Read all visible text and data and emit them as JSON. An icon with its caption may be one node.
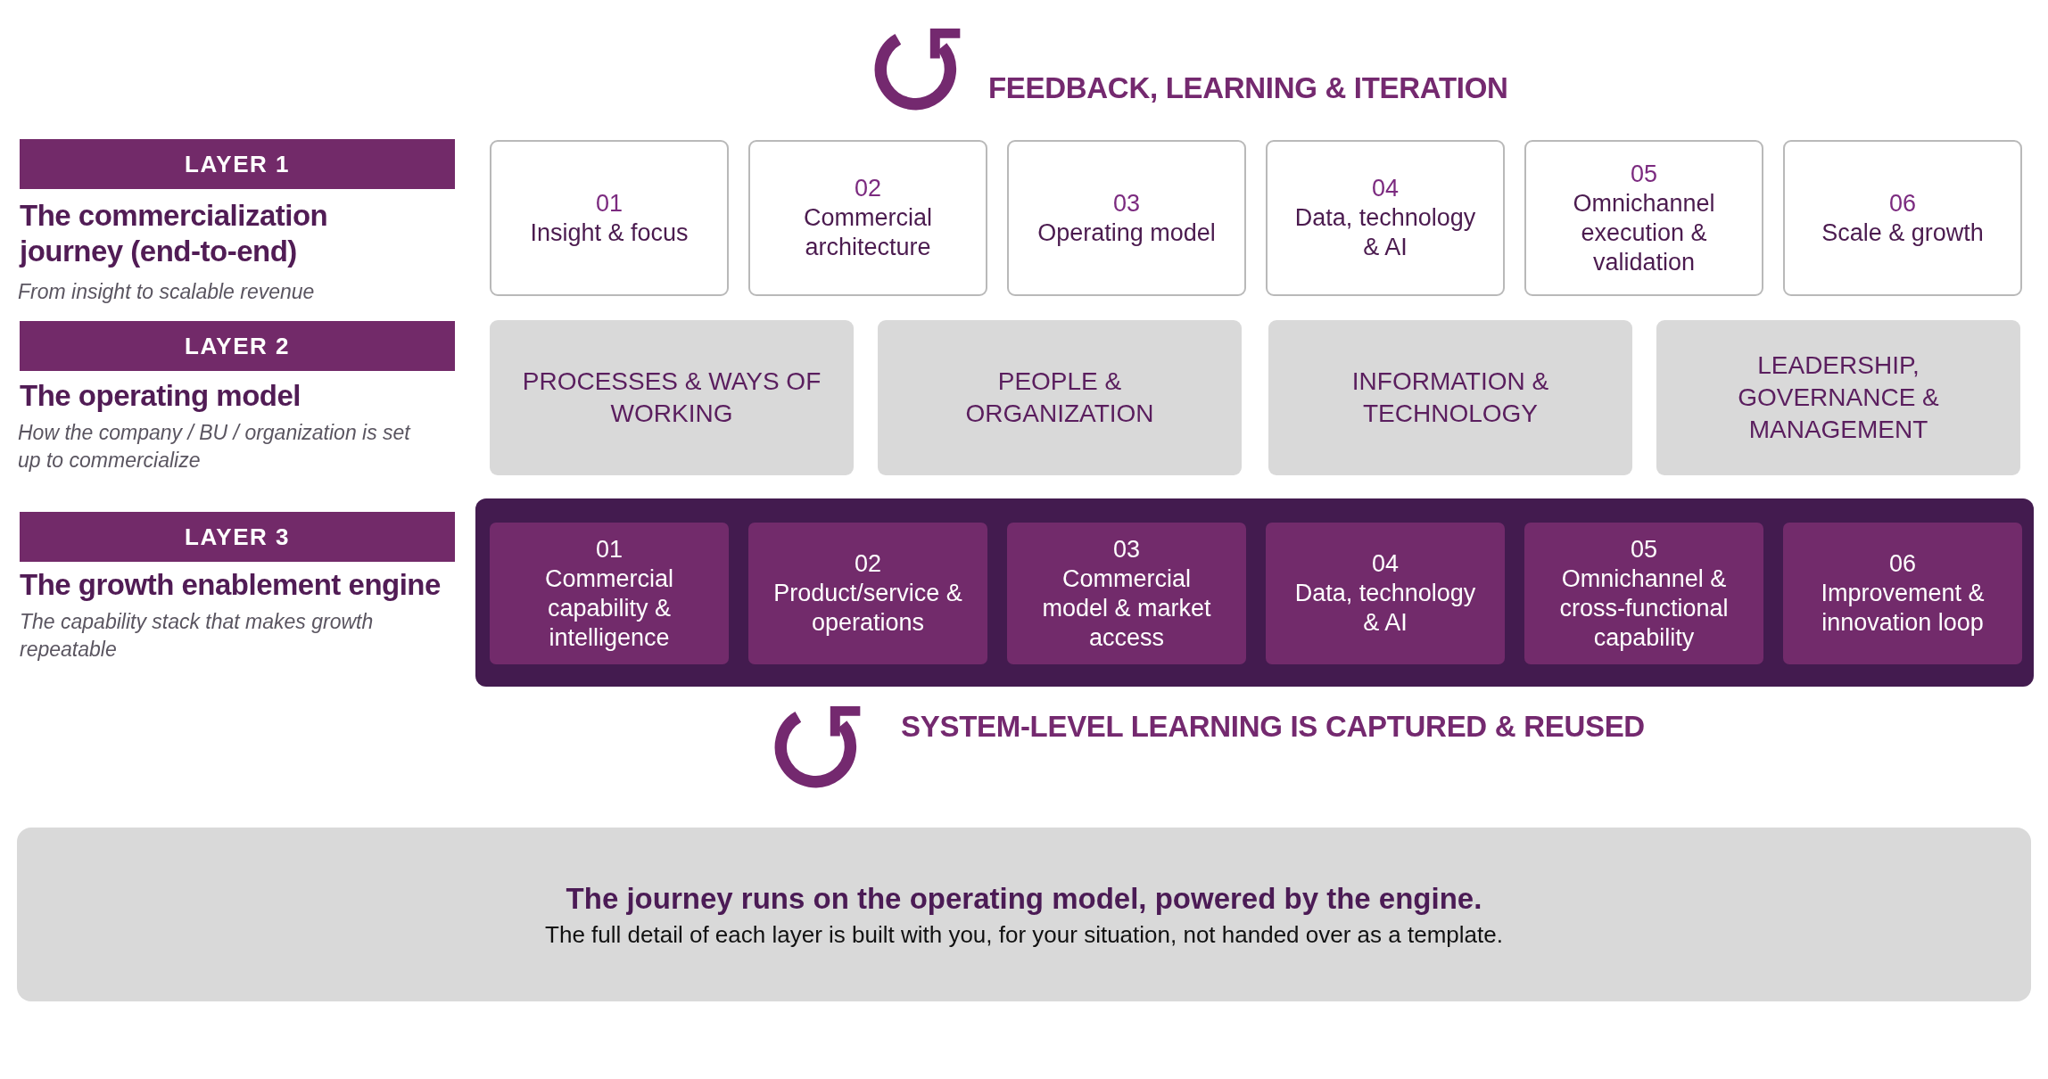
{
  "diagram": {
    "nodes": [
      {
        "text": [
          "LAYER 1"
        ],
        "beside": [
          "The commercialization journey (end-to-end)",
          "From insight to scalable revenue"
        ]
      },
      {
        "text": [
          "01",
          "Insight & focus"
        ]
      },
      {
        "text": [
          "02",
          "Commercial architecture"
        ]
      },
      {
        "text": [
          "03",
          "Operating model"
        ]
      },
      {
        "text": [
          "04",
          "Data, technology & AI"
        ]
      },
      {
        "text": [
          "05",
          "Omnichannel execution & validation"
        ]
      },
      {
        "text": [
          "06",
          "Scale & growth"
        ]
      },
      {
        "text": [
          "LAYER 2"
        ],
        "beside": [
          "The operating model",
          "How the company / BU / organization is set up to commercialize"
        ]
      },
      {
        "text": [
          "PROCESSES & WAYS OF WORKING"
        ]
      },
      {
        "text": [
          "PEOPLE & ORGANIZATION"
        ]
      },
      {
        "text": [
          "INFORMATION & TECHNOLOGY"
        ]
      },
      {
        "text": [
          "LEADERSHIP, GOVERNANCE & MANAGEMENT"
        ]
      },
      {
        "text": [
          "LAYER 3"
        ],
        "beside": [
          "The growth enablement engine",
          "The capability stack that makes growth repeatable"
        ]
      },
      {
        "text": [],
        "shape": "box"
      },
      {
        "text": [
          "01",
          "Commercial capability & intelligence"
        ],
        "in": 13
      },
      {
        "text": [
          "02",
          "Product/service & operations"
        ],
        "in": 13
      },
      {
        "text": [
          "03",
          "Commercial model & market access"
        ],
        "in": 13
      },
      {
        "text": [
          "04",
          "Data, technology & AI"
        ],
        "in": 13
      },
      {
        "text": [
          "05",
          "Omnichannel & cross-functional capability"
        ],
        "in": 13
      },
      {
        "text": [
          "06",
          "Improvement & innovation loop"
        ],
        "in": 13
      },
      {
        "text": [
          "The journey runs on the operating model, powered by the engine.",
          "The full detail of each layer is built with you, for your situation, not handed over as a template."
        ]
      }
    ],
    "labels": [
      "FEEDBACK, LEARNING & ITERATION",
      "SYSTEM-LEVEL LEARNING IS CAPTURED & REUSED"
    ]
  }
}
